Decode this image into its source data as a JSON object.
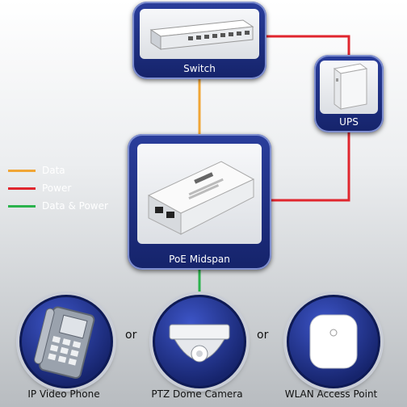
{
  "nodes": {
    "switch": "Switch",
    "ups": "UPS",
    "midspan": "PoE Midspan"
  },
  "legend": [
    {
      "label": "Data",
      "color": "#f0a636"
    },
    {
      "label": "Power",
      "color": "#e0262e"
    },
    {
      "label": "Data & Power",
      "color": "#2bb24c"
    }
  ],
  "devices": [
    {
      "label": "IP Video Phone",
      "icon": "ip-phone-icon"
    },
    {
      "label": "PTZ Dome Camera",
      "icon": "dome-camera-icon"
    },
    {
      "label": "WLAN Access Point",
      "icon": "access-point-icon"
    }
  ],
  "separator": "or",
  "colors": {
    "node": "#1e2f86",
    "data": "#f0a636",
    "power": "#e0262e",
    "data_power": "#2bb24c"
  }
}
